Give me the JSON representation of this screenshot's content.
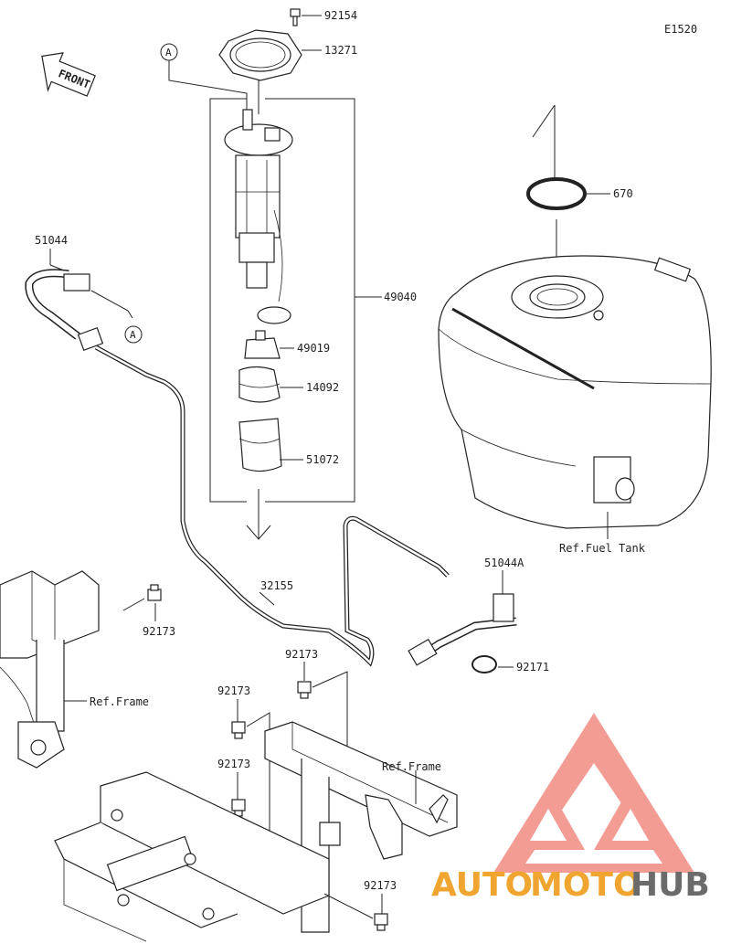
{
  "diagram_code": "E1520",
  "front_label": "FRONT",
  "callout_marker": "A",
  "parts": {
    "p92154": "92154",
    "p13271": "13271",
    "p670": "670",
    "p51044": "51044",
    "p49040": "49040",
    "p49019": "49019",
    "p14092": "14092",
    "p51072": "51072",
    "p32155": "32155",
    "p51044A": "51044A",
    "p92171": "92171",
    "p92173_a": "92173",
    "p92173_b": "92173",
    "p92173_c": "92173",
    "p92173_d": "92173",
    "p92173_e": "92173"
  },
  "refs": {
    "fuel_tank": "Ref.Fuel Tank",
    "frame_left": "Ref.Frame",
    "frame_bottom": "Ref.Frame"
  },
  "watermark": {
    "part1": "AUTO",
    "part2": "MOTO",
    "part3": "HUB",
    "color_auto": "#f0a531",
    "color_hub": "#6b6b6b",
    "logo_color": "#f28b82"
  }
}
